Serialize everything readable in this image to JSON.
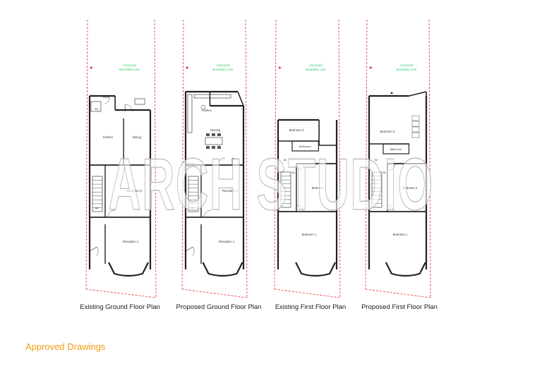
{
  "plans": [
    {
      "title": "Existing Ground Floor Plan",
      "boundary_label": "Assumed\nBoundary Line",
      "rooms": [
        {
          "label": "WC"
        },
        {
          "label": "Kitchen"
        },
        {
          "label": "Dining"
        },
        {
          "label": "Reception 2"
        },
        {
          "label": "Reception 1"
        },
        {
          "label": "Up"
        }
      ]
    },
    {
      "title": "Proposed Ground Floor Plan",
      "boundary_label": "Assumed\nBoundary Line",
      "rooms": [
        {
          "label": "Kitchen"
        },
        {
          "label": "Dinning"
        },
        {
          "label": "Reception 2"
        },
        {
          "label": "Reception 1"
        },
        {
          "label": "Up"
        }
      ]
    },
    {
      "title": "Existing First Floor Plan",
      "boundary_label": "Assumed\nBoundary Line",
      "rooms": [
        {
          "label": "Bedroom 3"
        },
        {
          "label": "Bathroom"
        },
        {
          "label": "Bedroom 2"
        },
        {
          "label": "Bedroom 1"
        },
        {
          "label": "Dn"
        }
      ]
    },
    {
      "title": "Proposed First Floor Plan",
      "boundary_label": "Assumed\nBoundary Line",
      "rooms": [
        {
          "label": "Bedroom 3"
        },
        {
          "label": "Bathroom"
        },
        {
          "label": "Bedroom 2"
        },
        {
          "label": "Bedroom 1"
        },
        {
          "label": "Dn"
        }
      ]
    }
  ],
  "watermark": "ARCH STUDIO",
  "footer": {
    "label": "Approved Drawings"
  },
  "colors": {
    "boundary": "#e03030",
    "boundary_label": "#2ecc71",
    "wall": "#222222",
    "accent": "#f39c12"
  }
}
